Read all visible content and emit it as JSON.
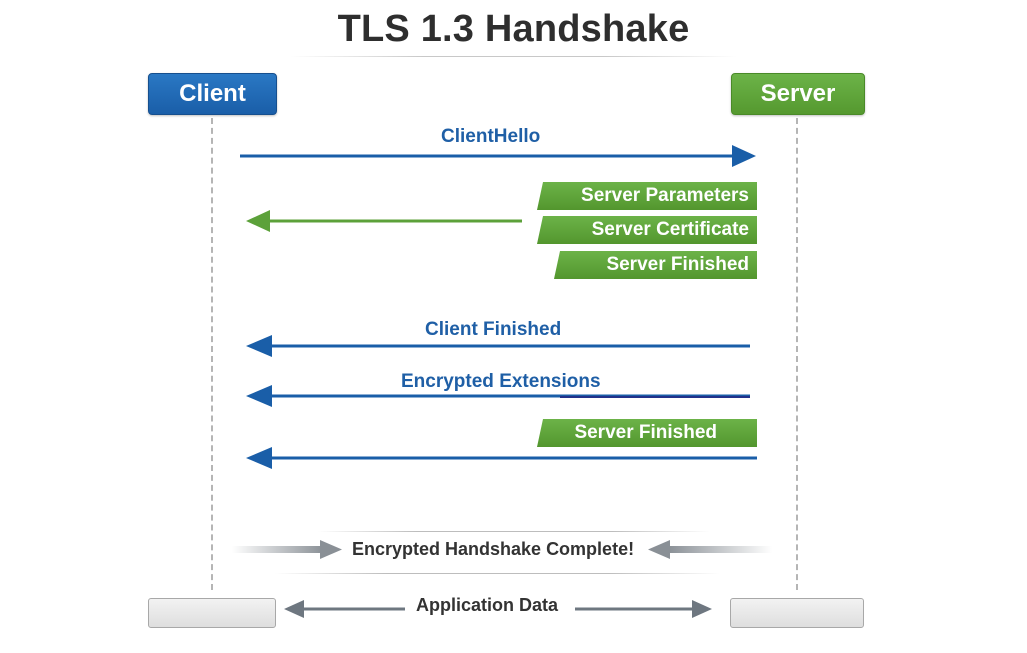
{
  "title": "TLS 1.3 Handshake",
  "actors": {
    "client": "Client",
    "server": "Server"
  },
  "messages": {
    "client_hello": "ClientHello",
    "server_flight": [
      "Server Parameters",
      "Server Certificate",
      "Server Finished"
    ],
    "client_finished": "Client Finished",
    "encrypted_extensions": "Encrypted Extensions",
    "server_finished": "Server Finished"
  },
  "footer": {
    "complete": "Encrypted Handshake Complete!",
    "application_data": "Application Data"
  },
  "colors": {
    "client_blue": "#1a5ea8",
    "server_green": "#5ca13a",
    "neutral_gray": "#6e7780"
  }
}
